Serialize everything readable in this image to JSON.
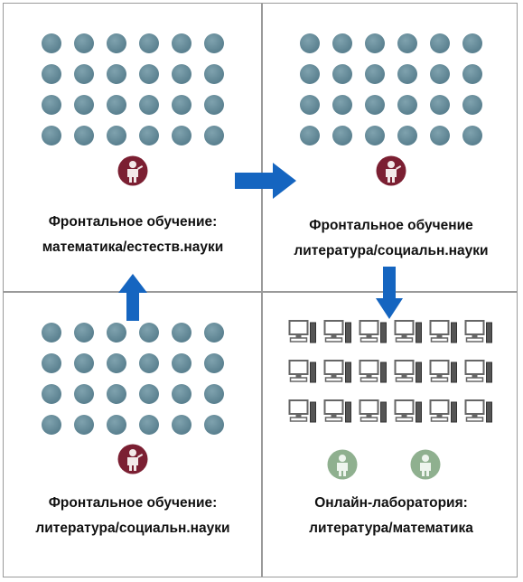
{
  "quadrants": [
    {
      "line1": "Фронтальное обучение:",
      "line2": "математика/естеств.науки"
    },
    {
      "line1": "Фронтальное обучение",
      "line2": "литература/социальн.науки"
    },
    {
      "line1": "Фронтальное обучение:",
      "line2": "литература/социальн.науки"
    },
    {
      "line1": "Онлайн-лаборатория:",
      "line2": "литература/математика"
    }
  ],
  "icons": {
    "student_dot": "student-dot-icon",
    "teacher": "teacher-icon",
    "computer": "computer-icon",
    "online_student": "online-student-icon",
    "arrow": "arrow-icon"
  },
  "colors": {
    "dot": "#5b8190",
    "teacher": "#7b1f32",
    "online_student": "#8fb08f",
    "arrow": "#1565c0",
    "grid": "#9a9a9a"
  }
}
